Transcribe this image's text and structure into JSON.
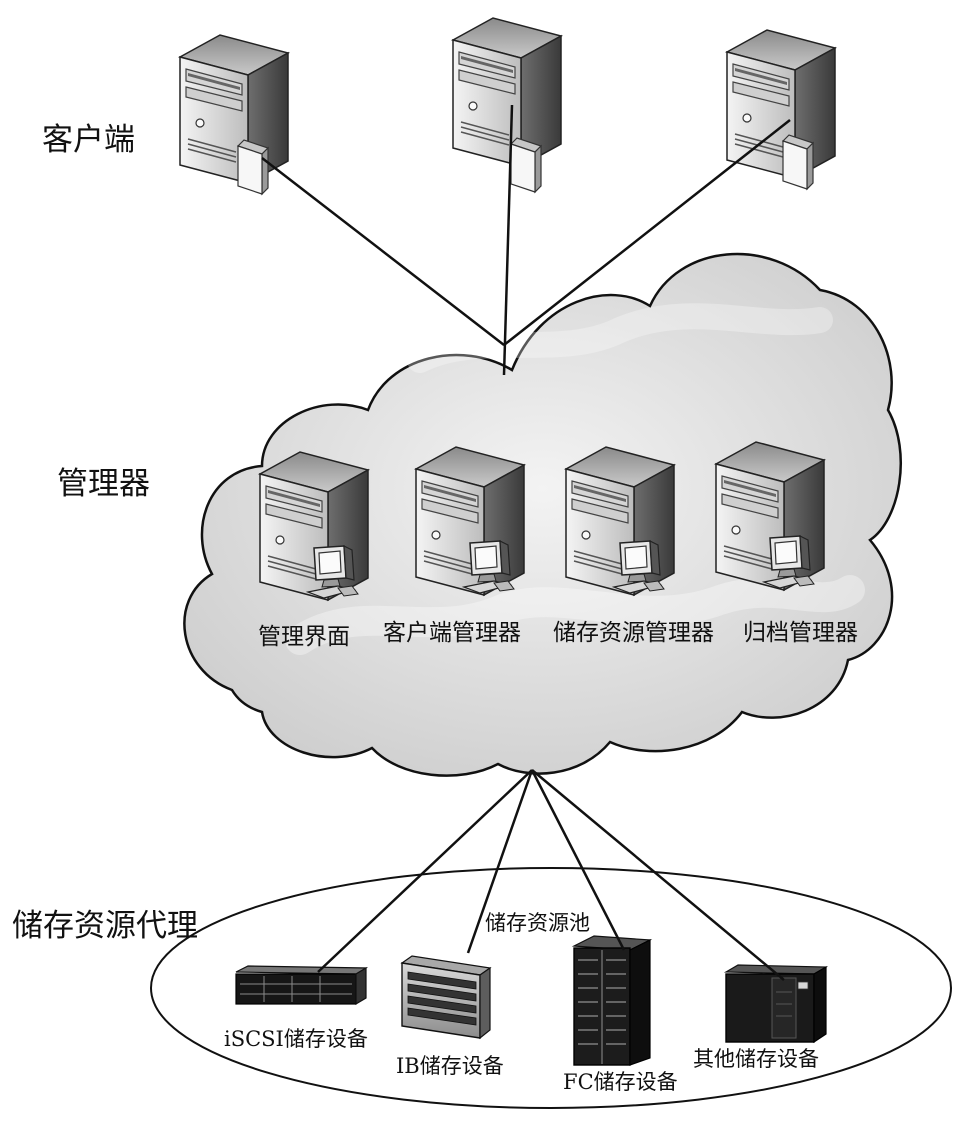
{
  "tiers": {
    "client": "客户端",
    "manager": "管理器",
    "agent": "储存资源代理"
  },
  "managers": [
    "管理界面",
    "客户端管理器",
    "储存资源管理器",
    "归档管理器"
  ],
  "pool": {
    "title": "储存资源池",
    "devices": [
      "iSCSI储存设备",
      "IB储存设备",
      "FC储存设备",
      "其他储存设备"
    ]
  }
}
